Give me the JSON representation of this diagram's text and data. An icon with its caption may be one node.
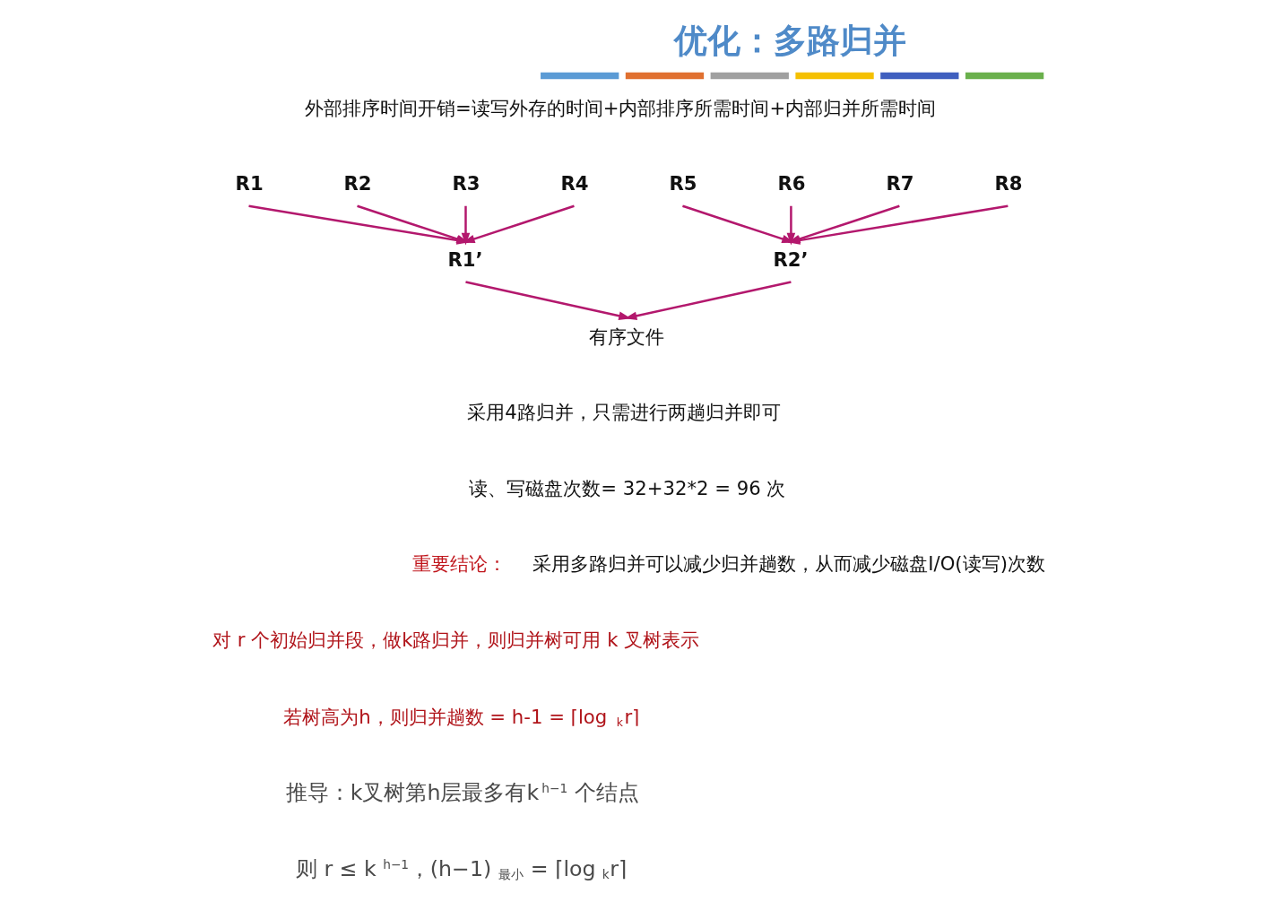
{
  "diagram": {
    "title": "优化：多路归并",
    "nodes": [
      {
        "text": [
          "R1"
        ]
      },
      {
        "text": [
          "R2"
        ]
      },
      {
        "text": [
          "R3"
        ]
      },
      {
        "text": [
          "R4"
        ]
      },
      {
        "text": [
          "R5"
        ]
      },
      {
        "text": [
          "R6"
        ]
      },
      {
        "text": [
          "R7"
        ]
      },
      {
        "text": [
          "R8"
        ]
      },
      {
        "text": [
          "R1’"
        ]
      },
      {
        "text": [
          "R2’"
        ]
      },
      {
        "text": [
          "有序文件"
        ]
      }
    ],
    "edges": [
      {
        "from": 0,
        "to": 8,
        "arrow": "to"
      },
      {
        "from": 1,
        "to": 8,
        "arrow": "to"
      },
      {
        "from": 2,
        "to": 8,
        "arrow": "to"
      },
      {
        "from": 3,
        "to": 8,
        "arrow": "to"
      },
      {
        "from": 4,
        "to": 9,
        "arrow": "to"
      },
      {
        "from": 5,
        "to": 9,
        "arrow": "to"
      },
      {
        "from": 6,
        "to": 9,
        "arrow": "to"
      },
      {
        "from": 7,
        "to": 9,
        "arrow": "to"
      },
      {
        "from": 8,
        "to": 10,
        "arrow": "to"
      },
      {
        "from": 9,
        "to": 10,
        "arrow": "to"
      }
    ],
    "labels": [
      "外部排序时间开销=读写外存的时间+内部排序所需时间+内部归并所需时间",
      "采用4路归并，只需进行两趟归并即可",
      "读、写磁盘次数= 32+32*2 = 96 次",
      "重要结论：",
      "采用多路归并可以减少归并趟数，从而减少磁盘I/O(读写)次数",
      "对 r 个初始归并段，做k路归并，则归并树可用 k 叉树表示",
      "若树高为h，则归并趟数 = h-1 = ⌈log$_{k}$r⌉",
      "推导：k叉树第h层最多有k$^{h−1}$ 个结点",
      "则 r ≤ k$^{h−1}$，(h−1)$_{最小}$ = ⌈log$_{k}$r⌉"
    ]
  }
}
